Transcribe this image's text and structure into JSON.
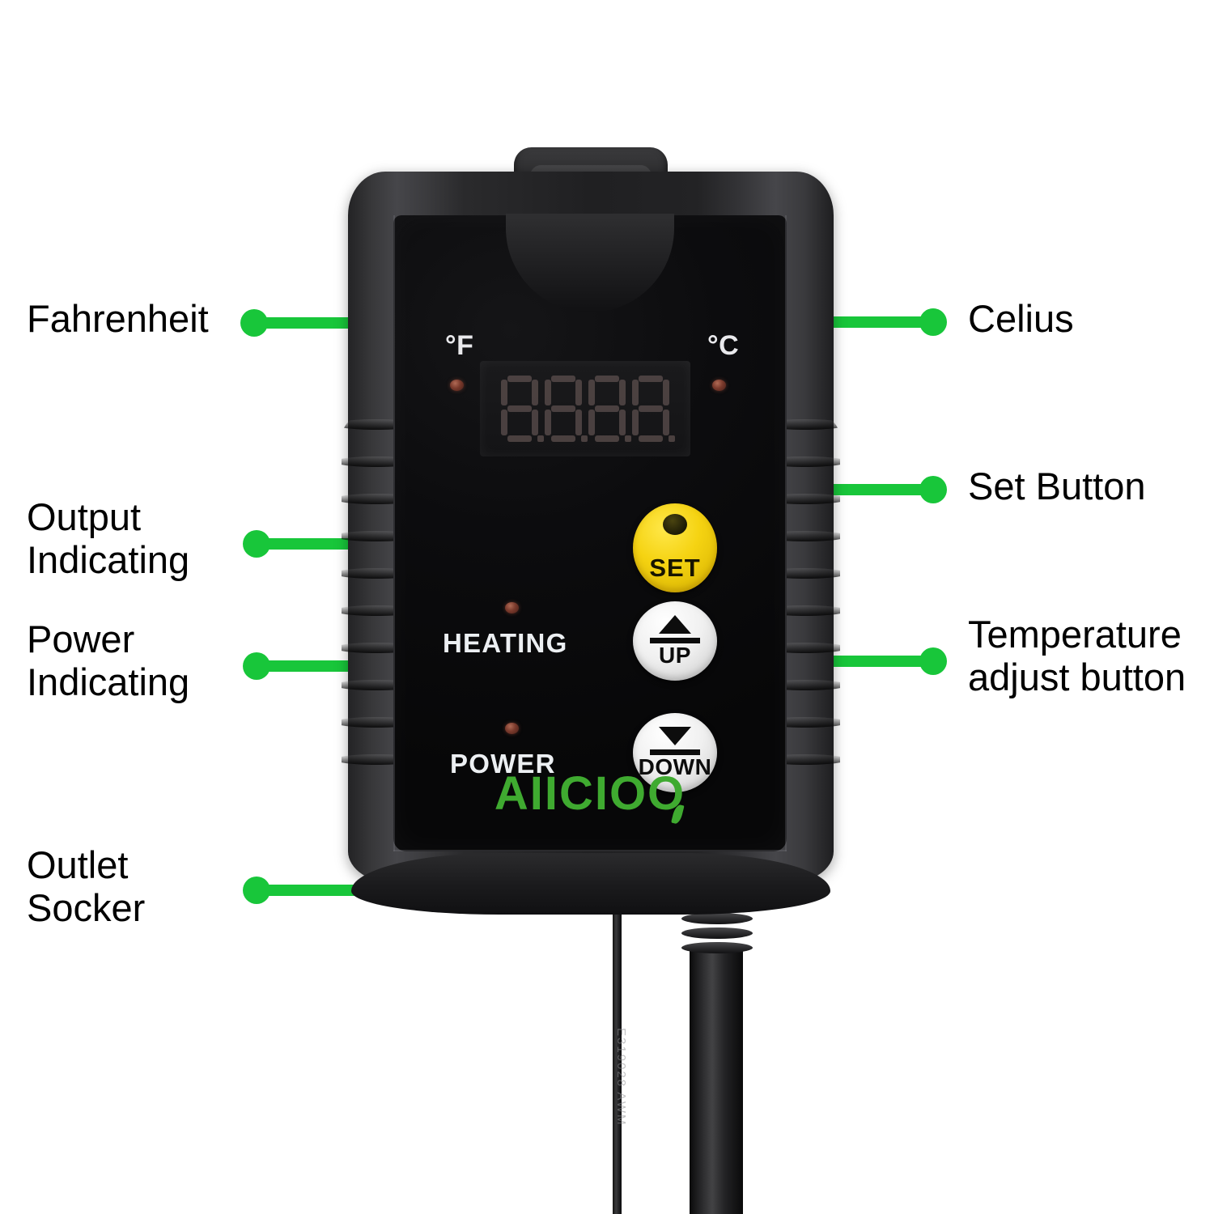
{
  "callouts": {
    "fahrenheit": "Fahrenheit",
    "celsius": "Celius",
    "output_indicating": "Output\nIndicating",
    "power_indicating": "Power\nIndicating",
    "set_button": "Set Button",
    "temperature_adjust": "Temperature\nadjust button",
    "outlet_socket": "Outlet\nSocker"
  },
  "device": {
    "panel": {
      "fahrenheit_symbol": "°F",
      "celsius_symbol": "°C",
      "heating_label": "HEATING",
      "power_label": "POWER",
      "brand": "AIICIOO"
    },
    "buttons": {
      "set": "SET",
      "up": "UP",
      "down": "DOWN"
    },
    "display": {
      "digit_count": 4,
      "value": "",
      "state": "off"
    },
    "cable_markings": {
      "sensor_cable": "E319028  AWM"
    }
  },
  "colors": {
    "callout_green": "#18C63A",
    "set_button_yellow": "#F5D312",
    "brand_green": "#3FAA30",
    "led_red": "#7A3A2C",
    "background": "#FFFFFF"
  }
}
